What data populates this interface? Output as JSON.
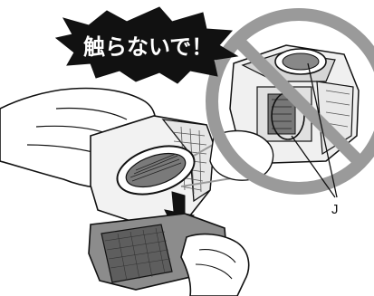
{
  "warning": {
    "text": "触らないで！"
  },
  "callout": {
    "label": "J"
  },
  "colors": {
    "prohibit": "#9a9a9a",
    "banner": "#111111",
    "outline": "#111111",
    "hardware": "#f2f2f2",
    "contacts": "#666666",
    "skin": "#ffffff"
  },
  "icons": {
    "prohibit": "no-touch-prohibition-sign",
    "arrow": "insert-direction-arrow"
  }
}
